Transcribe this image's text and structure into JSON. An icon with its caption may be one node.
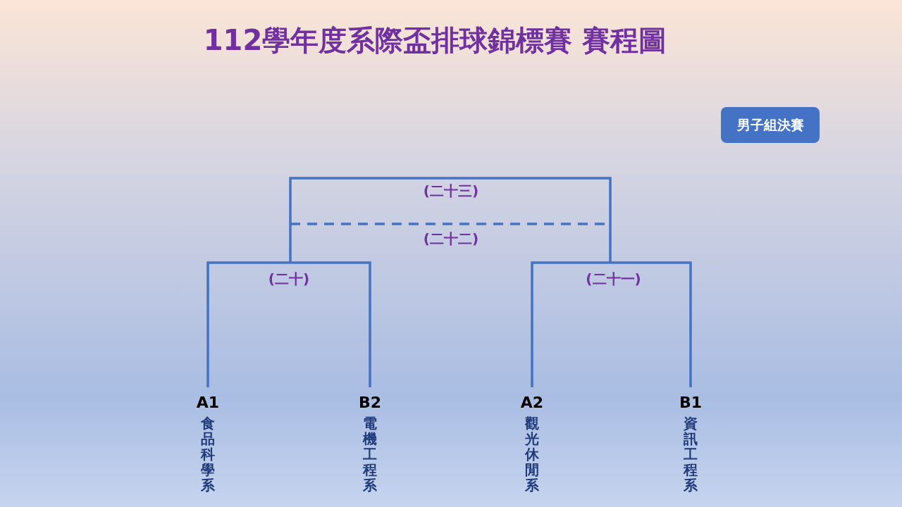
{
  "diagram": {
    "title": "112學年度系際盃排球錦標賽 賽程圖",
    "nodes": [
      {
        "text": [
          "男子組決賽"
        ]
      },
      {
        "text": [
          "A1",
          "食品科學系"
        ]
      },
      {
        "text": [
          "B2",
          "電機工程系"
        ]
      },
      {
        "text": [
          "A2",
          "觀光休閒系"
        ]
      },
      {
        "text": [
          "B1",
          "資訊工程系"
        ]
      }
    ],
    "edges": [
      {
        "from": 1,
        "to": 2,
        "arrow": "none",
        "label": "(二十)"
      },
      {
        "from": 3,
        "to": 4,
        "arrow": "none",
        "label": "(二十一)"
      }
    ],
    "labels": [
      "(二十三)",
      "(二十二)"
    ]
  }
}
